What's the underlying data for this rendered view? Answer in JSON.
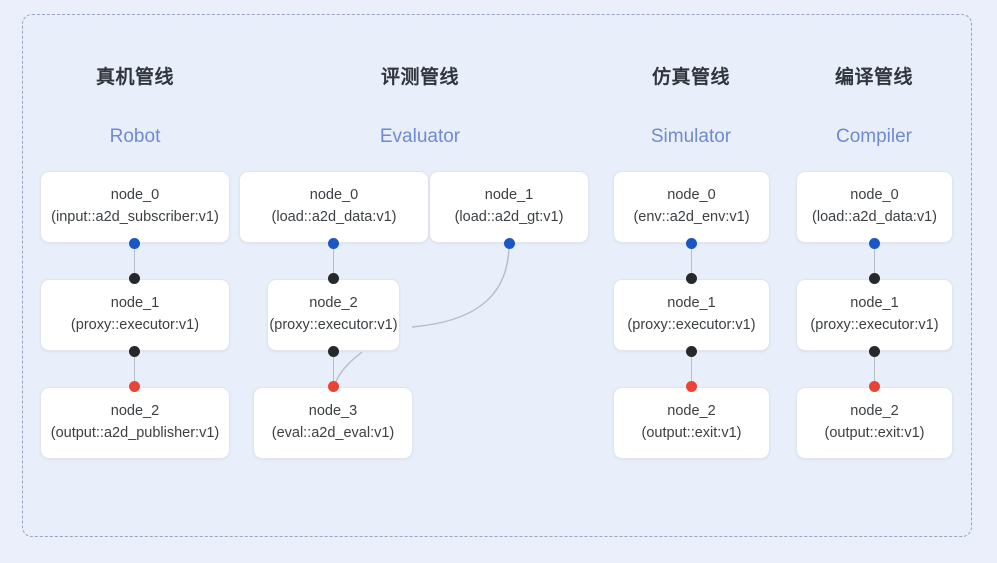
{
  "diagram": {
    "background_color": "#eaeffb",
    "container_border_color": "#9aa5bd",
    "port_colors": {
      "input_blue": "#1a56c4",
      "link_black": "#26282b",
      "output_red": "#ea4335"
    },
    "edge_color": "#b8bcc6"
  },
  "columns": [
    {
      "id": "robot",
      "title": "真机管线",
      "subtitle": "Robot",
      "nodes": [
        {
          "name": "node_0",
          "spec": "(input::a2d_subscriber:v1)"
        },
        {
          "name": "node_1",
          "spec": "(proxy::executor:v1)"
        },
        {
          "name": "node_2",
          "spec": "(output::a2d_publisher:v1)"
        }
      ]
    },
    {
      "id": "evaluator",
      "title": "评测管线",
      "subtitle": "Evaluator",
      "nodes": [
        {
          "name": "node_0",
          "spec": "(load::a2d_data:v1)"
        },
        {
          "name": "node_1",
          "spec": "(load::a2d_gt:v1)"
        },
        {
          "name": "node_2",
          "spec": "(proxy::executor:v1)"
        },
        {
          "name": "node_3",
          "spec": "(eval::a2d_eval:v1)"
        }
      ]
    },
    {
      "id": "simulator",
      "title": "仿真管线",
      "subtitle": "Simulator",
      "nodes": [
        {
          "name": "node_0",
          "spec": "(env::a2d_env:v1)"
        },
        {
          "name": "node_1",
          "spec": "(proxy::executor:v1)"
        },
        {
          "name": "node_2",
          "spec": "(output::exit:v1)"
        }
      ]
    },
    {
      "id": "compiler",
      "title": "编译管线",
      "subtitle": "Compiler",
      "nodes": [
        {
          "name": "node_0",
          "spec": "(load::a2d_data:v1)"
        },
        {
          "name": "node_1",
          "spec": "(proxy::executor:v1)"
        },
        {
          "name": "node_2",
          "spec": "(output::exit:v1)"
        }
      ]
    }
  ]
}
